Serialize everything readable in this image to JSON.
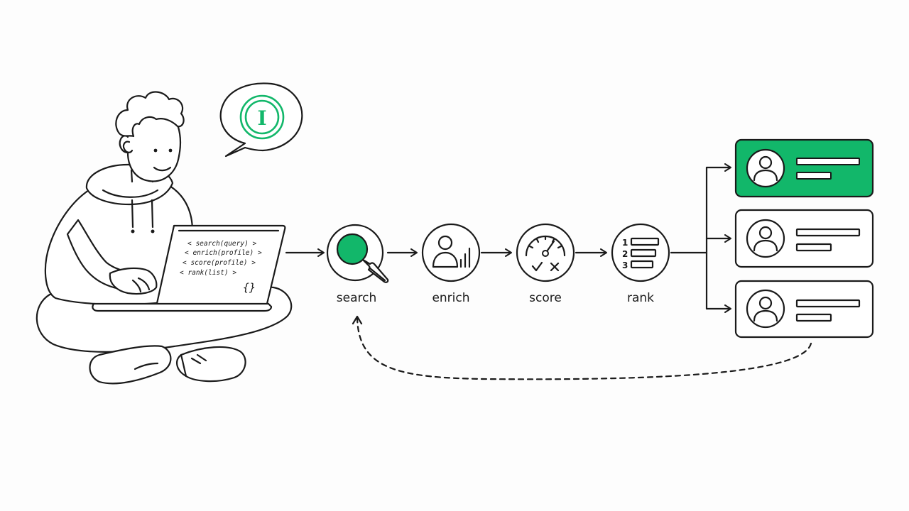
{
  "colors": {
    "accent": "#12b76a",
    "ink": "#1a1a1a",
    "background": "#fdfdfd"
  },
  "badge": {
    "icon": "coin-i-icon",
    "letter": "I"
  },
  "laptop_code": {
    "lines": [
      "< search(query) >",
      "< enrich(profile) >",
      "< score(profile) >",
      "< rank(list) >"
    ],
    "braces": "{}"
  },
  "pipeline": {
    "steps": [
      {
        "label": "search",
        "icon": "magnifier-icon"
      },
      {
        "label": "enrich",
        "icon": "profile-chart-icon"
      },
      {
        "label": "score",
        "icon": "gauge-icon"
      },
      {
        "label": "rank",
        "icon": "ranked-list-icon"
      }
    ],
    "rank_numbers": [
      "1",
      "2",
      "3"
    ]
  },
  "results": {
    "cards": [
      {
        "highlighted": true,
        "icon": "user-avatar-icon"
      },
      {
        "highlighted": false,
        "icon": "user-avatar-icon"
      },
      {
        "highlighted": false,
        "icon": "user-avatar-icon"
      }
    ]
  },
  "feedback_loop": {
    "style": "dashed",
    "from": "results",
    "to": "search"
  }
}
